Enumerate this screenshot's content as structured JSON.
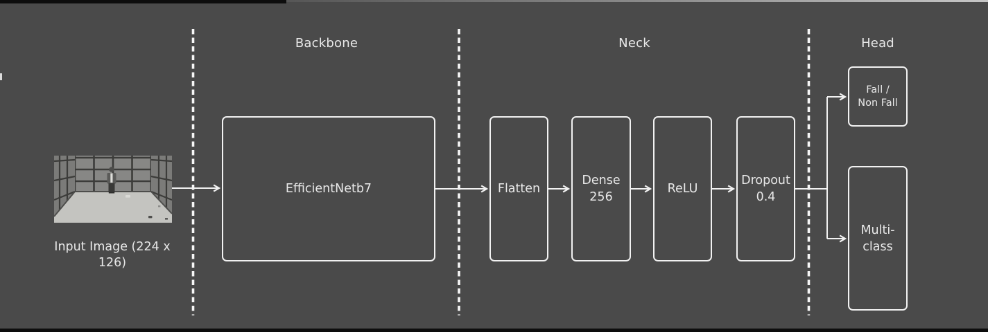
{
  "diagram": {
    "title_semantic": "fall-detection model architecture",
    "sections": [
      {
        "label": "Backbone"
      },
      {
        "label": "Neck"
      },
      {
        "label": "Head"
      }
    ],
    "input": {
      "caption_line1": "Input Image",
      "caption_line2": "(224 x 126)",
      "image_description": "grayscale CCTV frame of a person standing in a padded tiled room"
    },
    "boxes": {
      "backbone": {
        "label": "EfficientNetb7"
      },
      "flatten": {
        "label": "Flatten"
      },
      "dense": {
        "line1": "Dense",
        "line2": "256"
      },
      "relu": {
        "label": "ReLU"
      },
      "dropout": {
        "line1": "Dropout",
        "line2": "0.4"
      },
      "binary_head": {
        "line1": "Fall /",
        "line2": "Non Fall"
      },
      "multiclass_head": {
        "line1": "Multi-",
        "line2": "class"
      }
    },
    "colors": {
      "background": "#4a4a4a",
      "line": "#f2f2f2",
      "text": "#e8e8e8",
      "edge_bar": "#0d0d0d"
    }
  }
}
